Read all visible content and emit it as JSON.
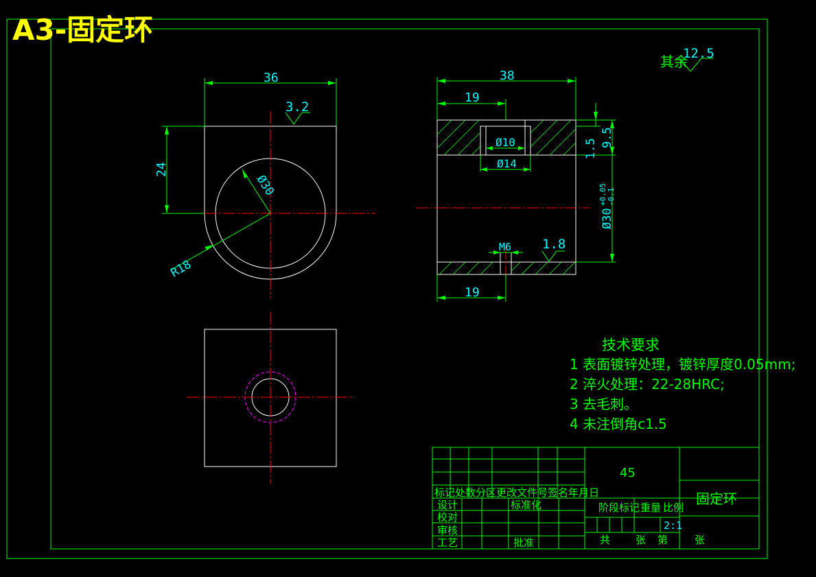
{
  "title": "A3-固定环",
  "roughness_general": {
    "prefix": "其余",
    "value": "12.5"
  },
  "front_view": {
    "width": "36",
    "height": "24",
    "roughness": "3.2",
    "diameter": "Ø30",
    "radius": "R18"
  },
  "side_view": {
    "width": "38",
    "half_top": "19",
    "half_bottom": "19",
    "bore_small": "Ø10",
    "bore_large": "Ø14",
    "dim_15": "1.5",
    "dim_95": "9.5",
    "outer_diameter": "Ø30",
    "tol_upper": "+0.05",
    "tol_lower": "-0.1",
    "thread": "M6",
    "roughness": "1.8"
  },
  "technical_requirements": {
    "heading": "技术要求",
    "items": [
      "1 表面镀锌处理，镀锌厚度0.05mm;",
      "2 淬火处理：22-28HRC;",
      "3  去毛刺。",
      "4  未注倒角c1.5"
    ]
  },
  "title_block": {
    "material": "45",
    "part_name": "固定环",
    "header_row": [
      "标记",
      "处数",
      "分区",
      "更改文件号",
      "签名",
      "年月日"
    ],
    "header_text": "标记处数分区更改文件号签名年月日",
    "design": "设计",
    "standardize": "标准化",
    "check": "校对",
    "review": "审核",
    "process": "工艺",
    "approve": "批准",
    "stage_label": "阶段标记",
    "weight_label": "重量",
    "scale_label": "比例",
    "scale": "2:1",
    "total": "共",
    "sheets": "张",
    "sheet_no": "第",
    "sheets2": "张"
  },
  "colors": {
    "background": "#000000",
    "frame": "#00ff00",
    "outline": "#ffffff",
    "dimension": "#00ff00",
    "dimension_text": "#00ffff",
    "centerline": "#ff0000",
    "thread_circle": "#ff00ff",
    "title_text": "#ffff00"
  }
}
